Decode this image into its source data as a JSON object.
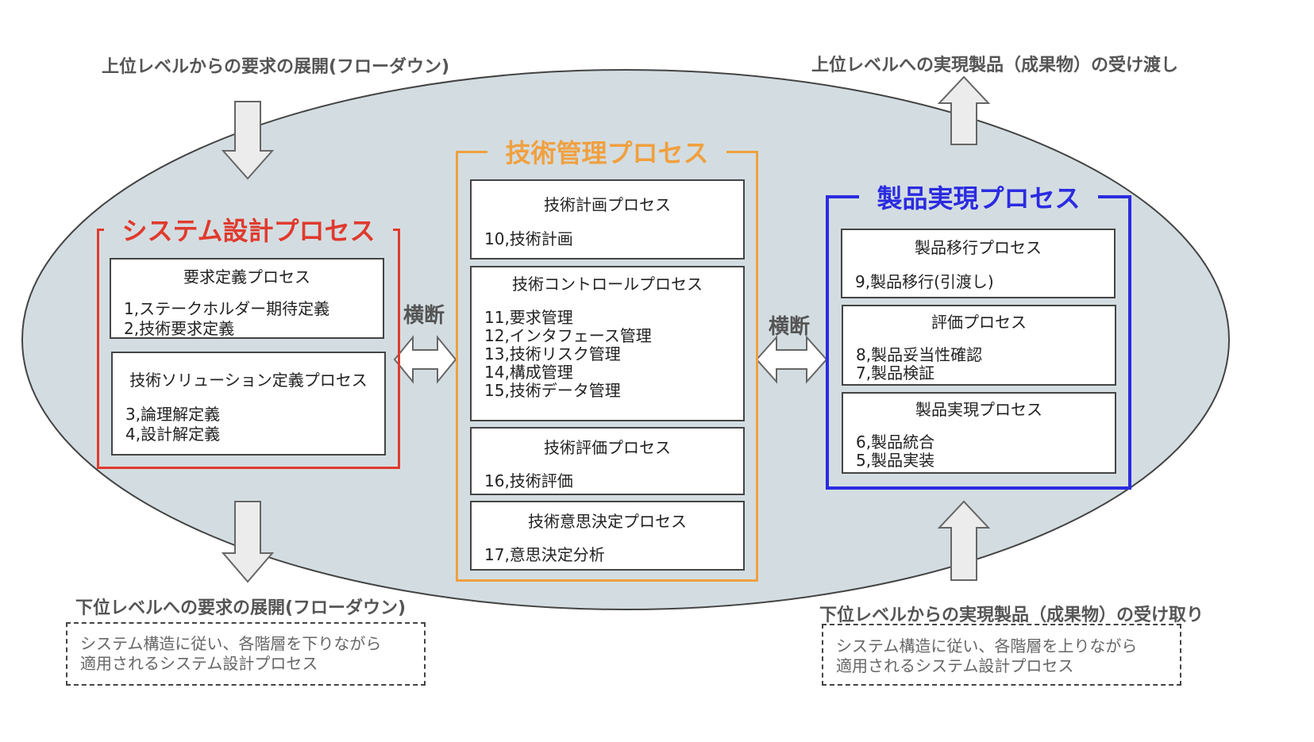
{
  "labels": {
    "top_left": "上位レベルからの要求の展開(フローダウン)",
    "top_right": "上位レベルへの実現製品（成果物）の受け渡し",
    "bottom_left": "下位レベルへの要求の展開(フローダウン)",
    "bottom_right": "下位レベルからの実現製品（成果物）の受け取り",
    "cross_left": "横断",
    "cross_right": "横断"
  },
  "colors": {
    "ellipse": "#d3dde1",
    "system_design": "#e03a2e",
    "tech_management": "#f0a040",
    "product_realization": "#2b2be0"
  },
  "groups": {
    "system_design": {
      "title": "システム設計プロセス",
      "boxes": [
        {
          "title": "要求定義プロセス",
          "items": [
            "1,ステークホルダー期待定義",
            "2,技術要求定義"
          ]
        },
        {
          "title": "技術ソリューション定義プロセス",
          "items": [
            "3,論理解定義",
            "4,設計解定義"
          ]
        }
      ]
    },
    "tech_management": {
      "title": "技術管理プロセス",
      "boxes": [
        {
          "title": "技術計画プロセス",
          "items": [
            "10,技術計画"
          ]
        },
        {
          "title": "技術コントロールプロセス",
          "items": [
            "11,要求管理",
            "12,インタフェース管理",
            "13,技術リスク管理",
            "14,構成管理",
            "15,技術データ管理"
          ]
        },
        {
          "title": "技術評価プロセス",
          "items": [
            "16,技術評価"
          ]
        },
        {
          "title": "技術意思決定プロセス",
          "items": [
            "17,意思決定分析"
          ]
        }
      ]
    },
    "product_realization": {
      "title": "製品実現プロセス",
      "boxes": [
        {
          "title": "製品移行プロセス",
          "items": [
            "9,製品移行(引渡し)"
          ]
        },
        {
          "title": "評価プロセス",
          "items": [
            "8,製品妥当性確認",
            "7,製品検証"
          ]
        },
        {
          "title": "製品実現プロセス",
          "items": [
            "6,製品統合",
            "5,製品実装"
          ]
        }
      ]
    }
  },
  "notes": {
    "left": [
      "システム構造に従い、各階層を下りながら",
      "適用されるシステム設計プロセス"
    ],
    "right": [
      "システム構造に従い、各階層を上りながら",
      "適用されるシステム設計プロセス"
    ]
  }
}
